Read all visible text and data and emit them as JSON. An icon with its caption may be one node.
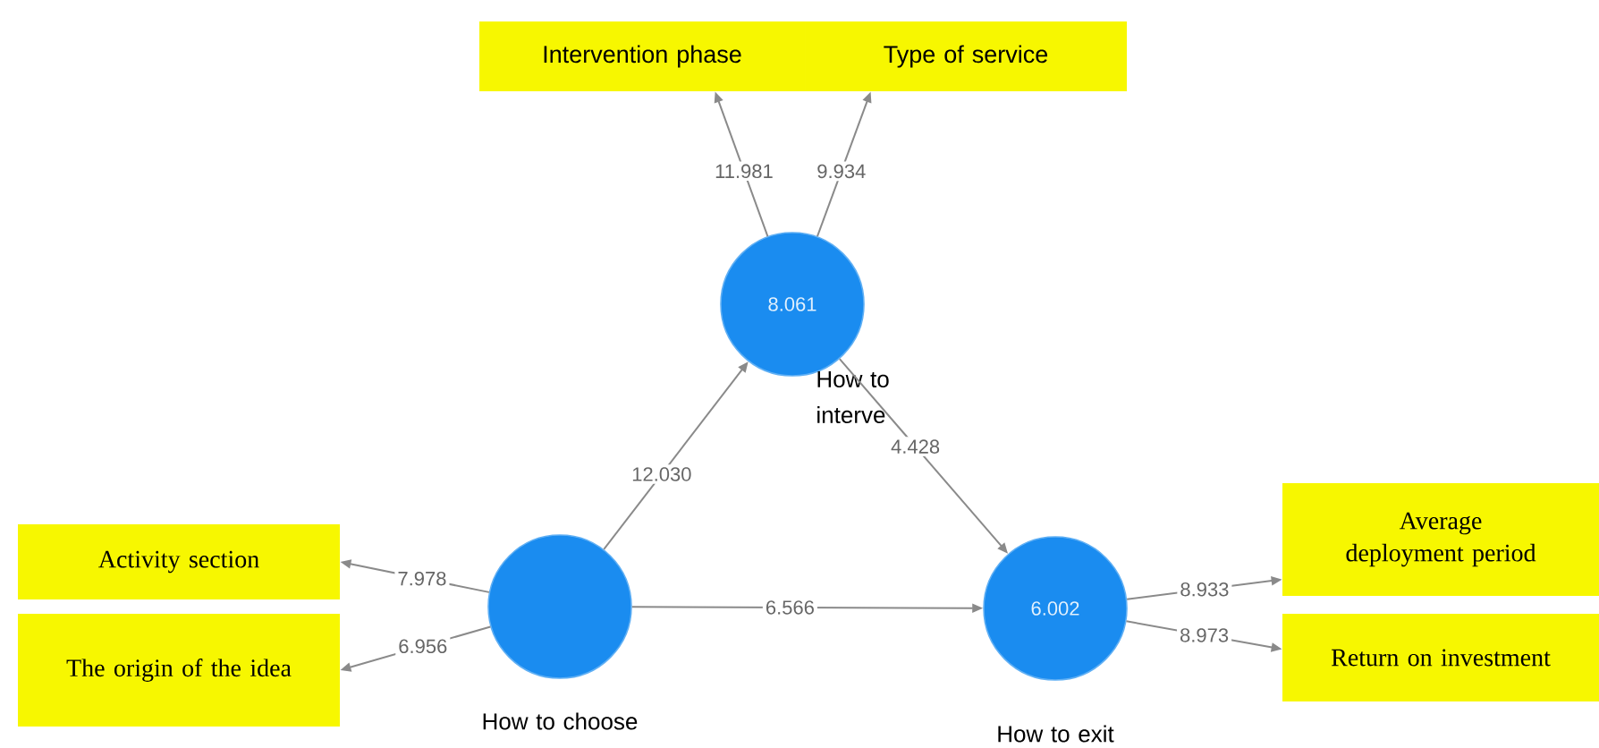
{
  "diagram": {
    "nodes": [
      {
        "text": [
          "Intervention phase"
        ]
      },
      {
        "text": [
          "Type of service"
        ]
      },
      {
        "text": [
          "8.061"
        ],
        "beside": [
          "How to interve"
        ]
      },
      {
        "text": [],
        "shape": "circle",
        "beside": [
          "How to choose"
        ]
      },
      {
        "text": [
          "6.002"
        ],
        "beside": [
          "How to exit"
        ]
      },
      {
        "text": [
          "Activity section"
        ]
      },
      {
        "text": [
          "The origin of the idea"
        ]
      },
      {
        "text": [
          "Average deployment period"
        ]
      },
      {
        "text": [
          "Return on investment"
        ]
      }
    ],
    "edges": [
      {
        "from": 2,
        "to": 0,
        "arrow": "to",
        "label": "11.981"
      },
      {
        "from": 2,
        "to": 1,
        "arrow": "to",
        "label": "9.934"
      },
      {
        "from": 3,
        "to": 2,
        "arrow": "to",
        "label": "12.030"
      },
      {
        "from": 2,
        "to": 4,
        "arrow": "to",
        "label": "4.428"
      },
      {
        "from": 3,
        "to": 4,
        "arrow": "to",
        "label": "6.566"
      },
      {
        "from": 3,
        "to": 5,
        "arrow": "to",
        "label": "7.978"
      },
      {
        "from": 3,
        "to": 6,
        "arrow": "to",
        "label": "6.956"
      },
      {
        "from": 4,
        "to": 7,
        "arrow": "to",
        "label": "8.933"
      },
      {
        "from": 4,
        "to": 8,
        "arrow": "to",
        "label": "8.973"
      }
    ]
  }
}
